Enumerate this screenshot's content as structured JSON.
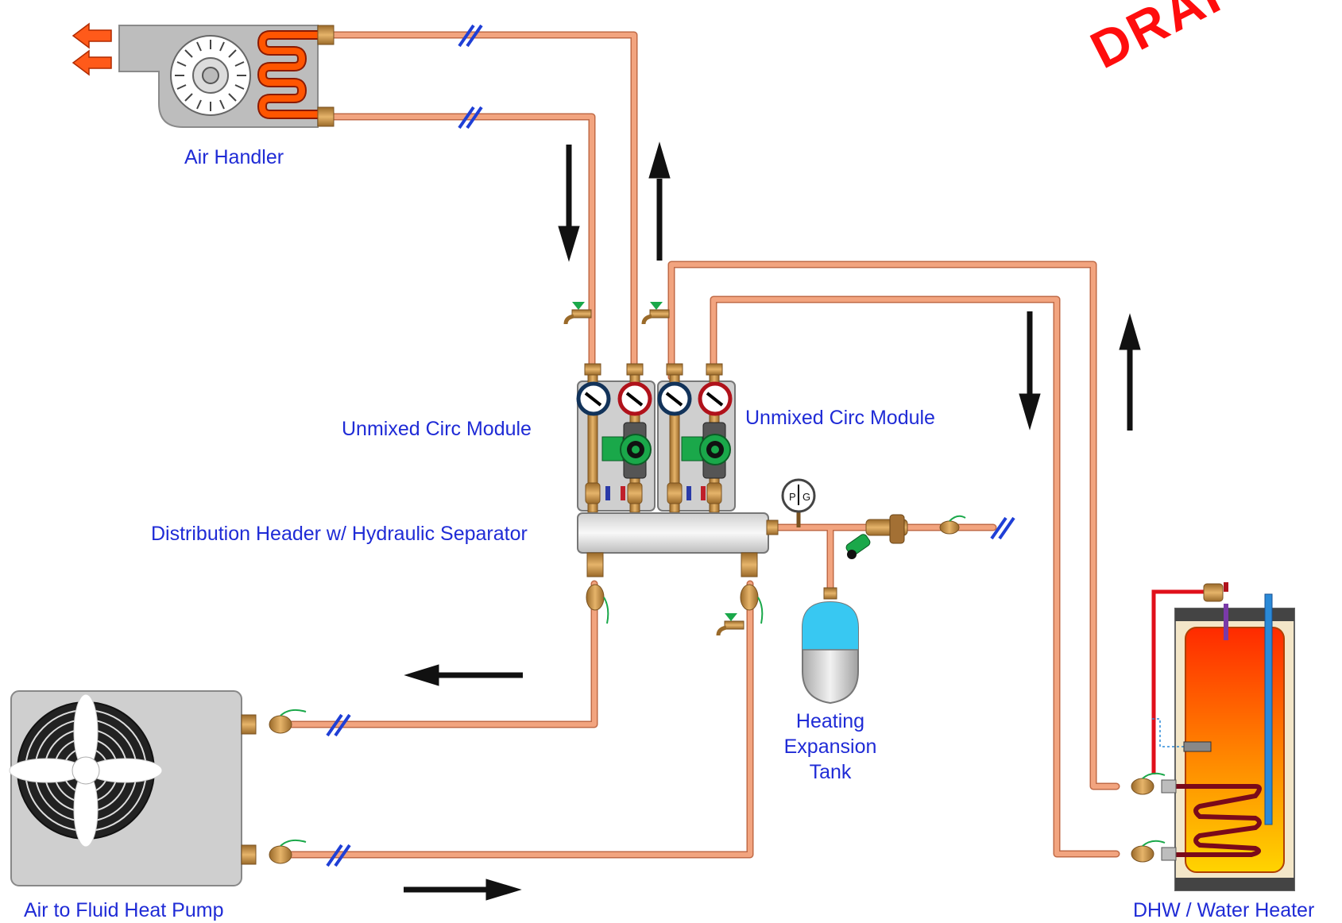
{
  "watermark": "DRAFT",
  "labels": {
    "air_handler": "Air Handler",
    "circ_module_left": "Unmixed Circ Module",
    "circ_module_right": "Unmixed Circ Module",
    "distribution_header": "Distribution Header w/ Hydraulic Separator",
    "expansion_tank_line1": "Heating",
    "expansion_tank_line2": "Expansion",
    "expansion_tank_line3": "Tank",
    "heat_pump": "Air to Fluid Heat Pump",
    "water_heater": "DHW / Water Heater",
    "pressure_gauge": "PG"
  },
  "colors": {
    "pipe": "#f2a47f",
    "pipe_edge": "#c06a46",
    "label": "#1f2bd6",
    "watermark": "#ff0d0d",
    "break_symbol": "#1f3fd6",
    "tank_water": "#38c8f2",
    "pump_green": "#1aa84a",
    "dhw_hot": "#ff3a00",
    "dhw_warm": "#ffd500"
  }
}
